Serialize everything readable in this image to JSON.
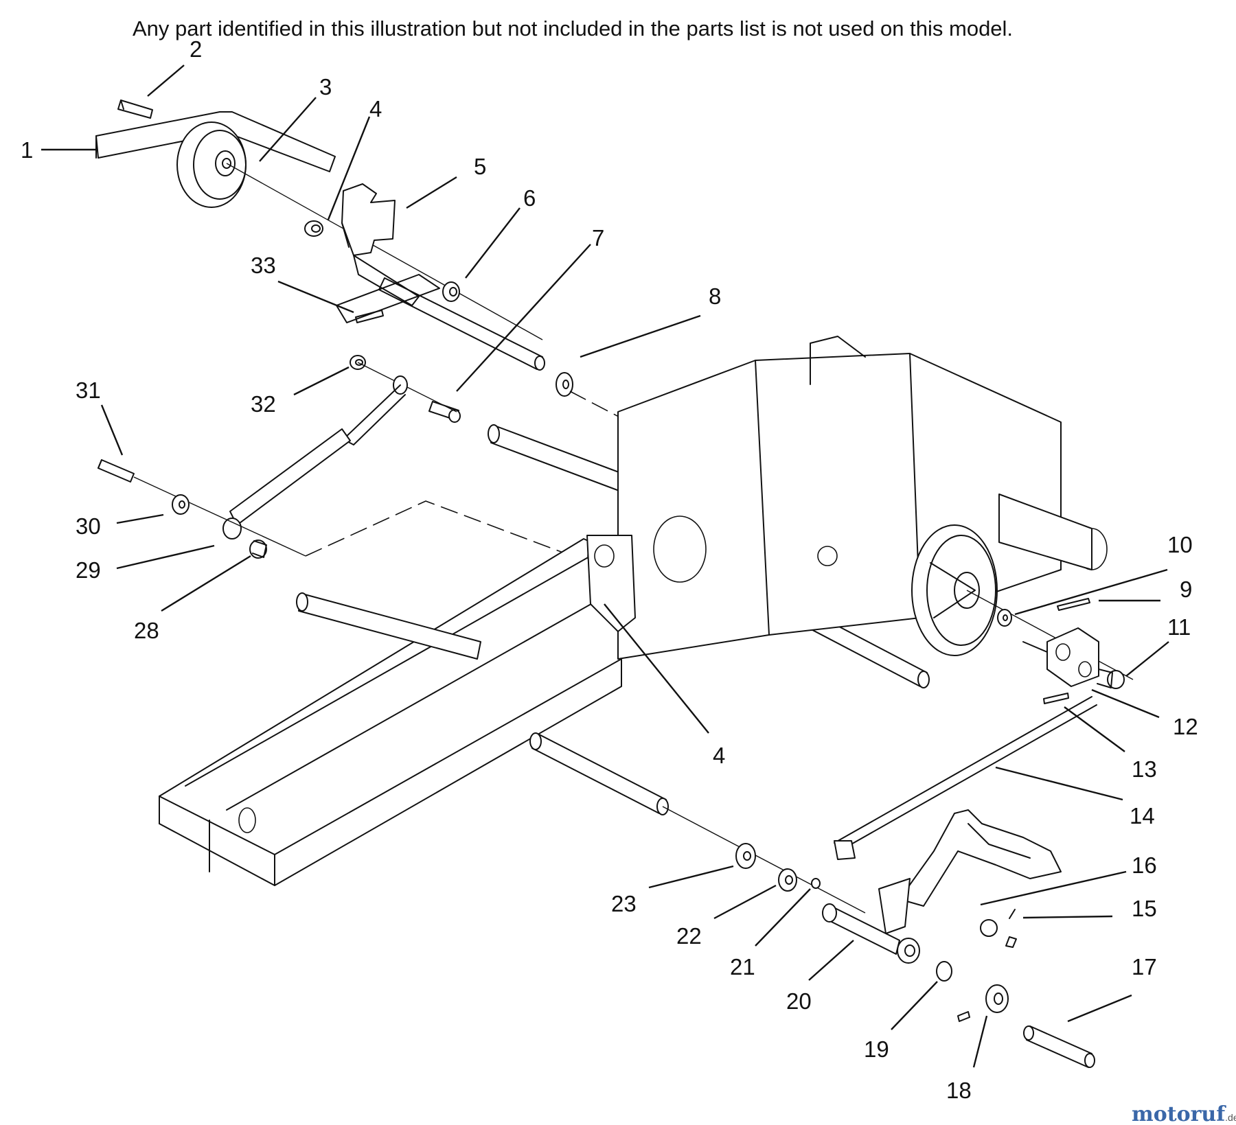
{
  "header": {
    "note": "Any part identified in this illustration but not included in the parts list is not used on this model."
  },
  "callouts": [
    {
      "label": "1"
    },
    {
      "label": "2"
    },
    {
      "label": "3"
    },
    {
      "label": "4"
    },
    {
      "label": "5"
    },
    {
      "label": "6"
    },
    {
      "label": "7"
    },
    {
      "label": "8"
    },
    {
      "label": "9"
    },
    {
      "label": "10"
    },
    {
      "label": "11"
    },
    {
      "label": "12"
    },
    {
      "label": "13"
    },
    {
      "label": "14"
    },
    {
      "label": "15"
    },
    {
      "label": "16"
    },
    {
      "label": "17"
    },
    {
      "label": "18"
    },
    {
      "label": "19"
    },
    {
      "label": "20"
    },
    {
      "label": "21"
    },
    {
      "label": "22"
    },
    {
      "label": "23"
    },
    {
      "label": "28"
    },
    {
      "label": "29"
    },
    {
      "label": "30"
    },
    {
      "label": "31"
    },
    {
      "label": "32"
    },
    {
      "label": "33"
    },
    {
      "label": "4"
    }
  ],
  "watermark": {
    "brand_main": "motoruf",
    "brand_tld": ".de"
  },
  "colors": {
    "line": "#111111",
    "background": "#ffffff",
    "logo_blue": "#3a67a8",
    "logo_orange": "#c8512b"
  }
}
